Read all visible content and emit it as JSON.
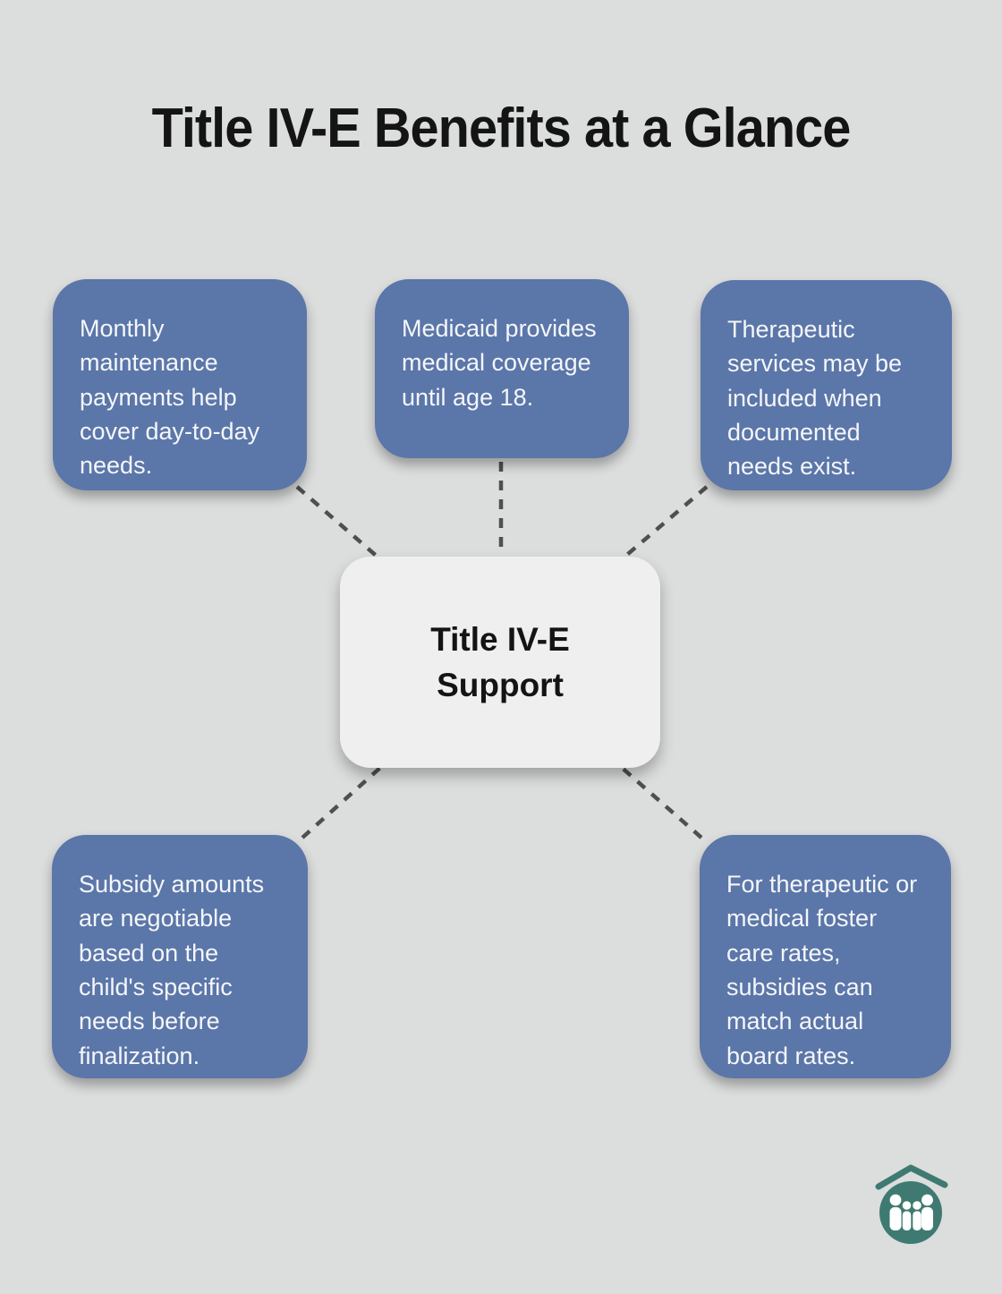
{
  "title": "Title IV-E Benefits at a Glance",
  "center": {
    "line1": "Title IV-E",
    "line2": "Support"
  },
  "nodes": [
    {
      "position": "top-left",
      "text": "Monthly maintenance payments help cover day-to-day needs."
    },
    {
      "position": "top-middle",
      "text": "Medicaid provides medical coverage until age 18."
    },
    {
      "position": "top-right",
      "text": "Therapeutic services may be included when documented needs exist."
    },
    {
      "position": "bottom-left",
      "text": "Subsidy amounts are negotiable based on the child's specific needs before finalization."
    },
    {
      "position": "bottom-right",
      "text": "For therapeutic or medical foster care rates, subsidies can match actual board rates."
    }
  ],
  "logo": {
    "icon": "family-under-roof-icon"
  },
  "colors": {
    "background": "#dcdddd",
    "node-blue": "#5b76a8",
    "node-text": "#f4f6fa",
    "center-bg": "#efefef",
    "center-text": "#141414",
    "title-text": "#141414",
    "connector": "#4f4f4f",
    "logo-teal": "#3e7a72"
  }
}
